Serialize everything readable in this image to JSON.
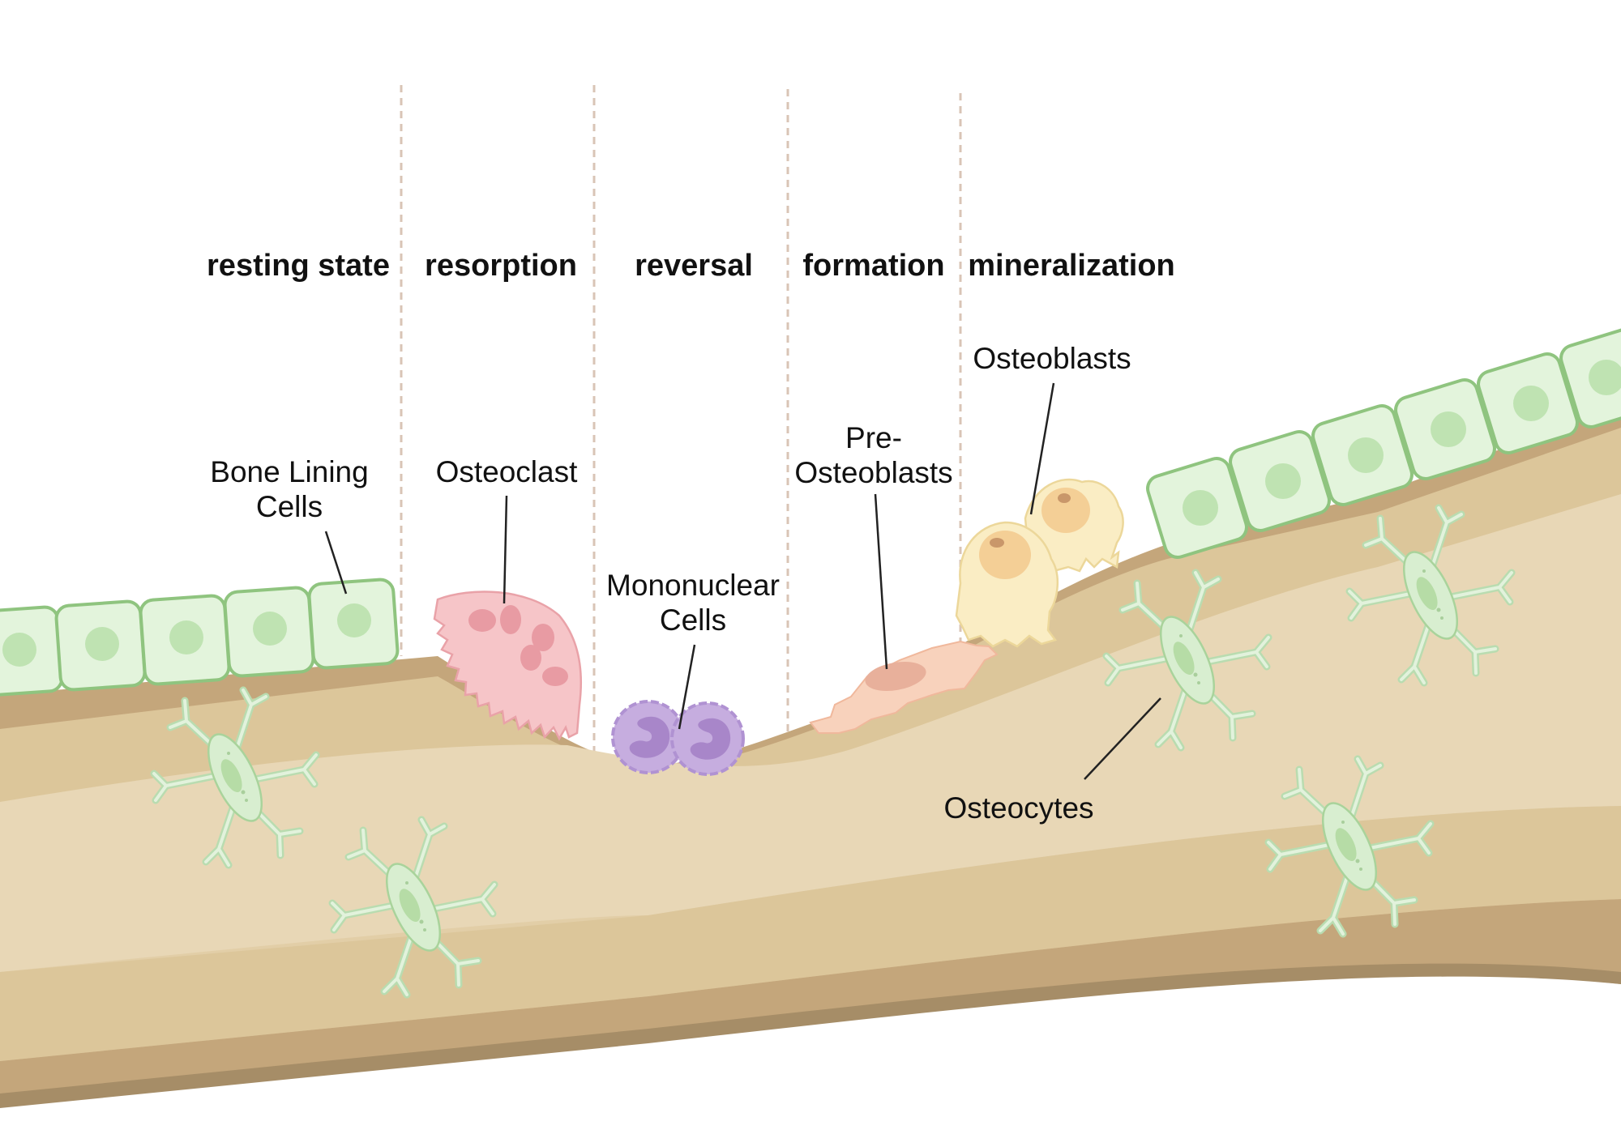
{
  "stages": {
    "resting_state": "resting state",
    "resorption": "resorption",
    "reversal": "reversal",
    "formation": "formation",
    "mineralization": "mineralization"
  },
  "labels": {
    "bone_lining_cells": [
      "Bone Lining",
      "Cells"
    ],
    "osteoclast": "Osteoclast",
    "mononuclear_cells": [
      "Mononuclear",
      "Cells"
    ],
    "pre_osteoblasts": [
      "Pre-",
      "Osteoblasts"
    ],
    "osteoblasts": "Osteoblasts",
    "osteocytes": "Osteocytes"
  },
  "colors": {
    "bone_light": "#e8d7b6",
    "bone_mid": "#dcc69a",
    "bone_dark": "#c4a67b",
    "bone_edge": "#a68d67",
    "lining_cell_fill": "#e3f4dc",
    "lining_cell_stroke": "#8fc47f",
    "osteocyte": "#d8eed0",
    "osteoclast": "#f6c5c8",
    "mononuclear": "#c6addf",
    "pre_osteoblast": "#f8d2bc",
    "osteoblast": "#faedc4",
    "divider": "#d9c4b6"
  }
}
